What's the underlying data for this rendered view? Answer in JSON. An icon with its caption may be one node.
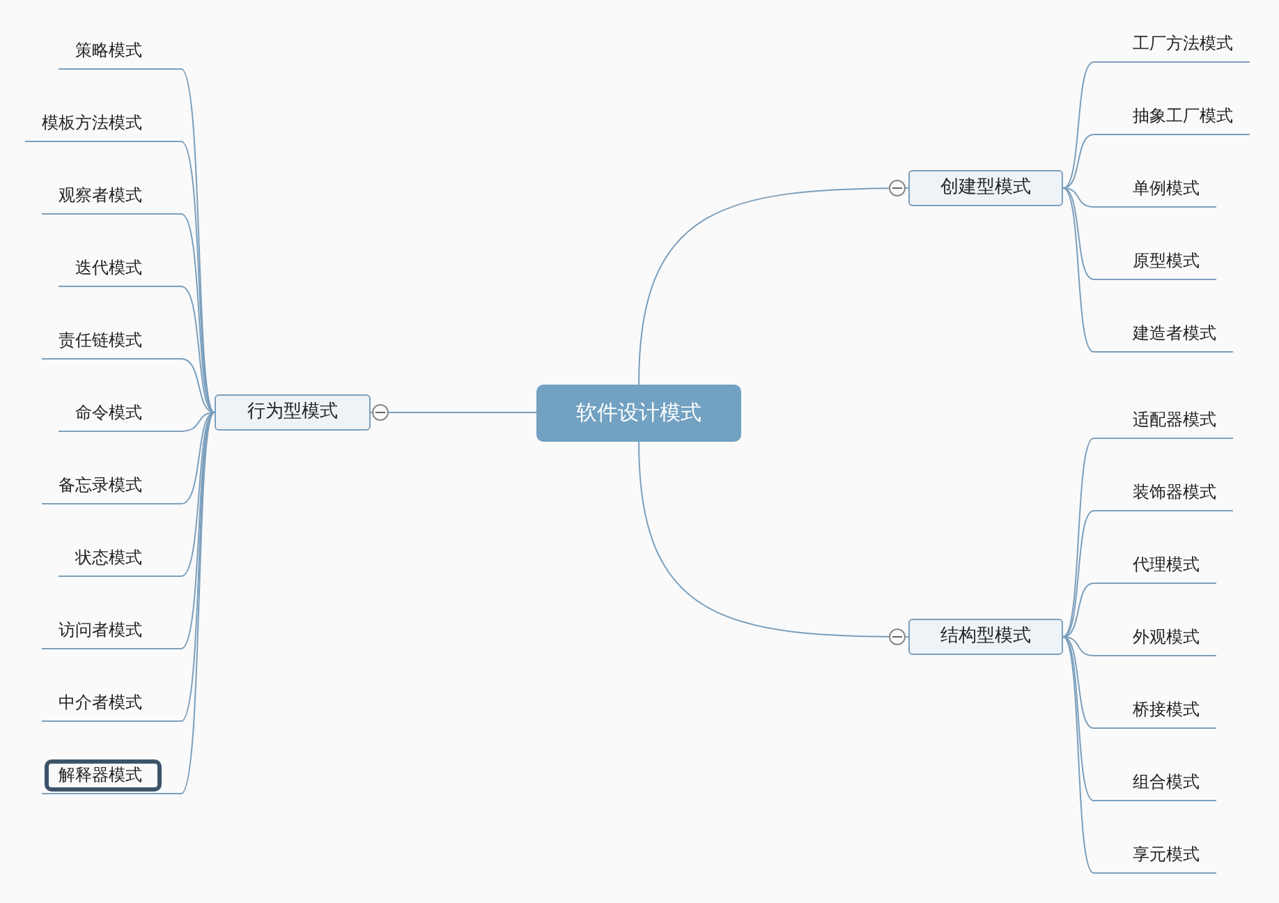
{
  "diagram": {
    "nodes": [
      {
        "text": [
          "软件设计模式"
        ]
      },
      {
        "text": [
          "创建型模式"
        ]
      },
      {
        "text": [
          "结构型模式"
        ]
      },
      {
        "text": [
          "行为型模式"
        ]
      },
      {
        "text": [
          "工厂方法模式"
        ]
      },
      {
        "text": [
          "抽象工厂模式"
        ]
      },
      {
        "text": [
          "单例模式"
        ]
      },
      {
        "text": [
          "原型模式"
        ]
      },
      {
        "text": [
          "建造者模式"
        ]
      },
      {
        "text": [
          "适配器模式"
        ]
      },
      {
        "text": [
          "装饰器模式"
        ]
      },
      {
        "text": [
          "代理模式"
        ]
      },
      {
        "text": [
          "外观模式"
        ]
      },
      {
        "text": [
          "桥接模式"
        ]
      },
      {
        "text": [
          "组合模式"
        ]
      },
      {
        "text": [
          "享元模式"
        ]
      },
      {
        "text": [
          "策略模式"
        ]
      },
      {
        "text": [
          "模板方法模式"
        ]
      },
      {
        "text": [
          "观察者模式"
        ]
      },
      {
        "text": [
          "迭代模式"
        ]
      },
      {
        "text": [
          "责任链模式"
        ]
      },
      {
        "text": [
          "命令模式"
        ]
      },
      {
        "text": [
          "备忘录模式"
        ]
      },
      {
        "text": [
          "状态模式"
        ]
      },
      {
        "text": [
          "访问者模式"
        ]
      },
      {
        "text": [
          "中介者模式"
        ]
      },
      {
        "text": [
          "解释器模式"
        ]
      }
    ],
    "edges": [
      {
        "from": 0,
        "to": 1,
        "arrow": "none"
      },
      {
        "from": 0,
        "to": 2,
        "arrow": "none"
      },
      {
        "from": 0,
        "to": 3,
        "arrow": "none"
      },
      {
        "from": 1,
        "to": 4,
        "arrow": "none"
      },
      {
        "from": 1,
        "to": 5,
        "arrow": "none"
      },
      {
        "from": 1,
        "to": 6,
        "arrow": "none"
      },
      {
        "from": 1,
        "to": 7,
        "arrow": "none"
      },
      {
        "from": 1,
        "to": 8,
        "arrow": "none"
      },
      {
        "from": 2,
        "to": 9,
        "arrow": "none"
      },
      {
        "from": 2,
        "to": 10,
        "arrow": "none"
      },
      {
        "from": 2,
        "to": 11,
        "arrow": "none"
      },
      {
        "from": 2,
        "to": 12,
        "arrow": "none"
      },
      {
        "from": 2,
        "to": 13,
        "arrow": "none"
      },
      {
        "from": 2,
        "to": 14,
        "arrow": "none"
      },
      {
        "from": 2,
        "to": 15,
        "arrow": "none"
      },
      {
        "from": 3,
        "to": 16,
        "arrow": "none"
      },
      {
        "from": 3,
        "to": 17,
        "arrow": "none"
      },
      {
        "from": 3,
        "to": 18,
        "arrow": "none"
      },
      {
        "from": 3,
        "to": 19,
        "arrow": "none"
      },
      {
        "from": 3,
        "to": 20,
        "arrow": "none"
      },
      {
        "from": 3,
        "to": 21,
        "arrow": "none"
      },
      {
        "from": 3,
        "to": 22,
        "arrow": "none"
      },
      {
        "from": 3,
        "to": 23,
        "arrow": "none"
      },
      {
        "from": 3,
        "to": 24,
        "arrow": "none"
      },
      {
        "from": 3,
        "to": 25,
        "arrow": "none"
      },
      {
        "from": 3,
        "to": 26,
        "arrow": "none"
      }
    ]
  }
}
